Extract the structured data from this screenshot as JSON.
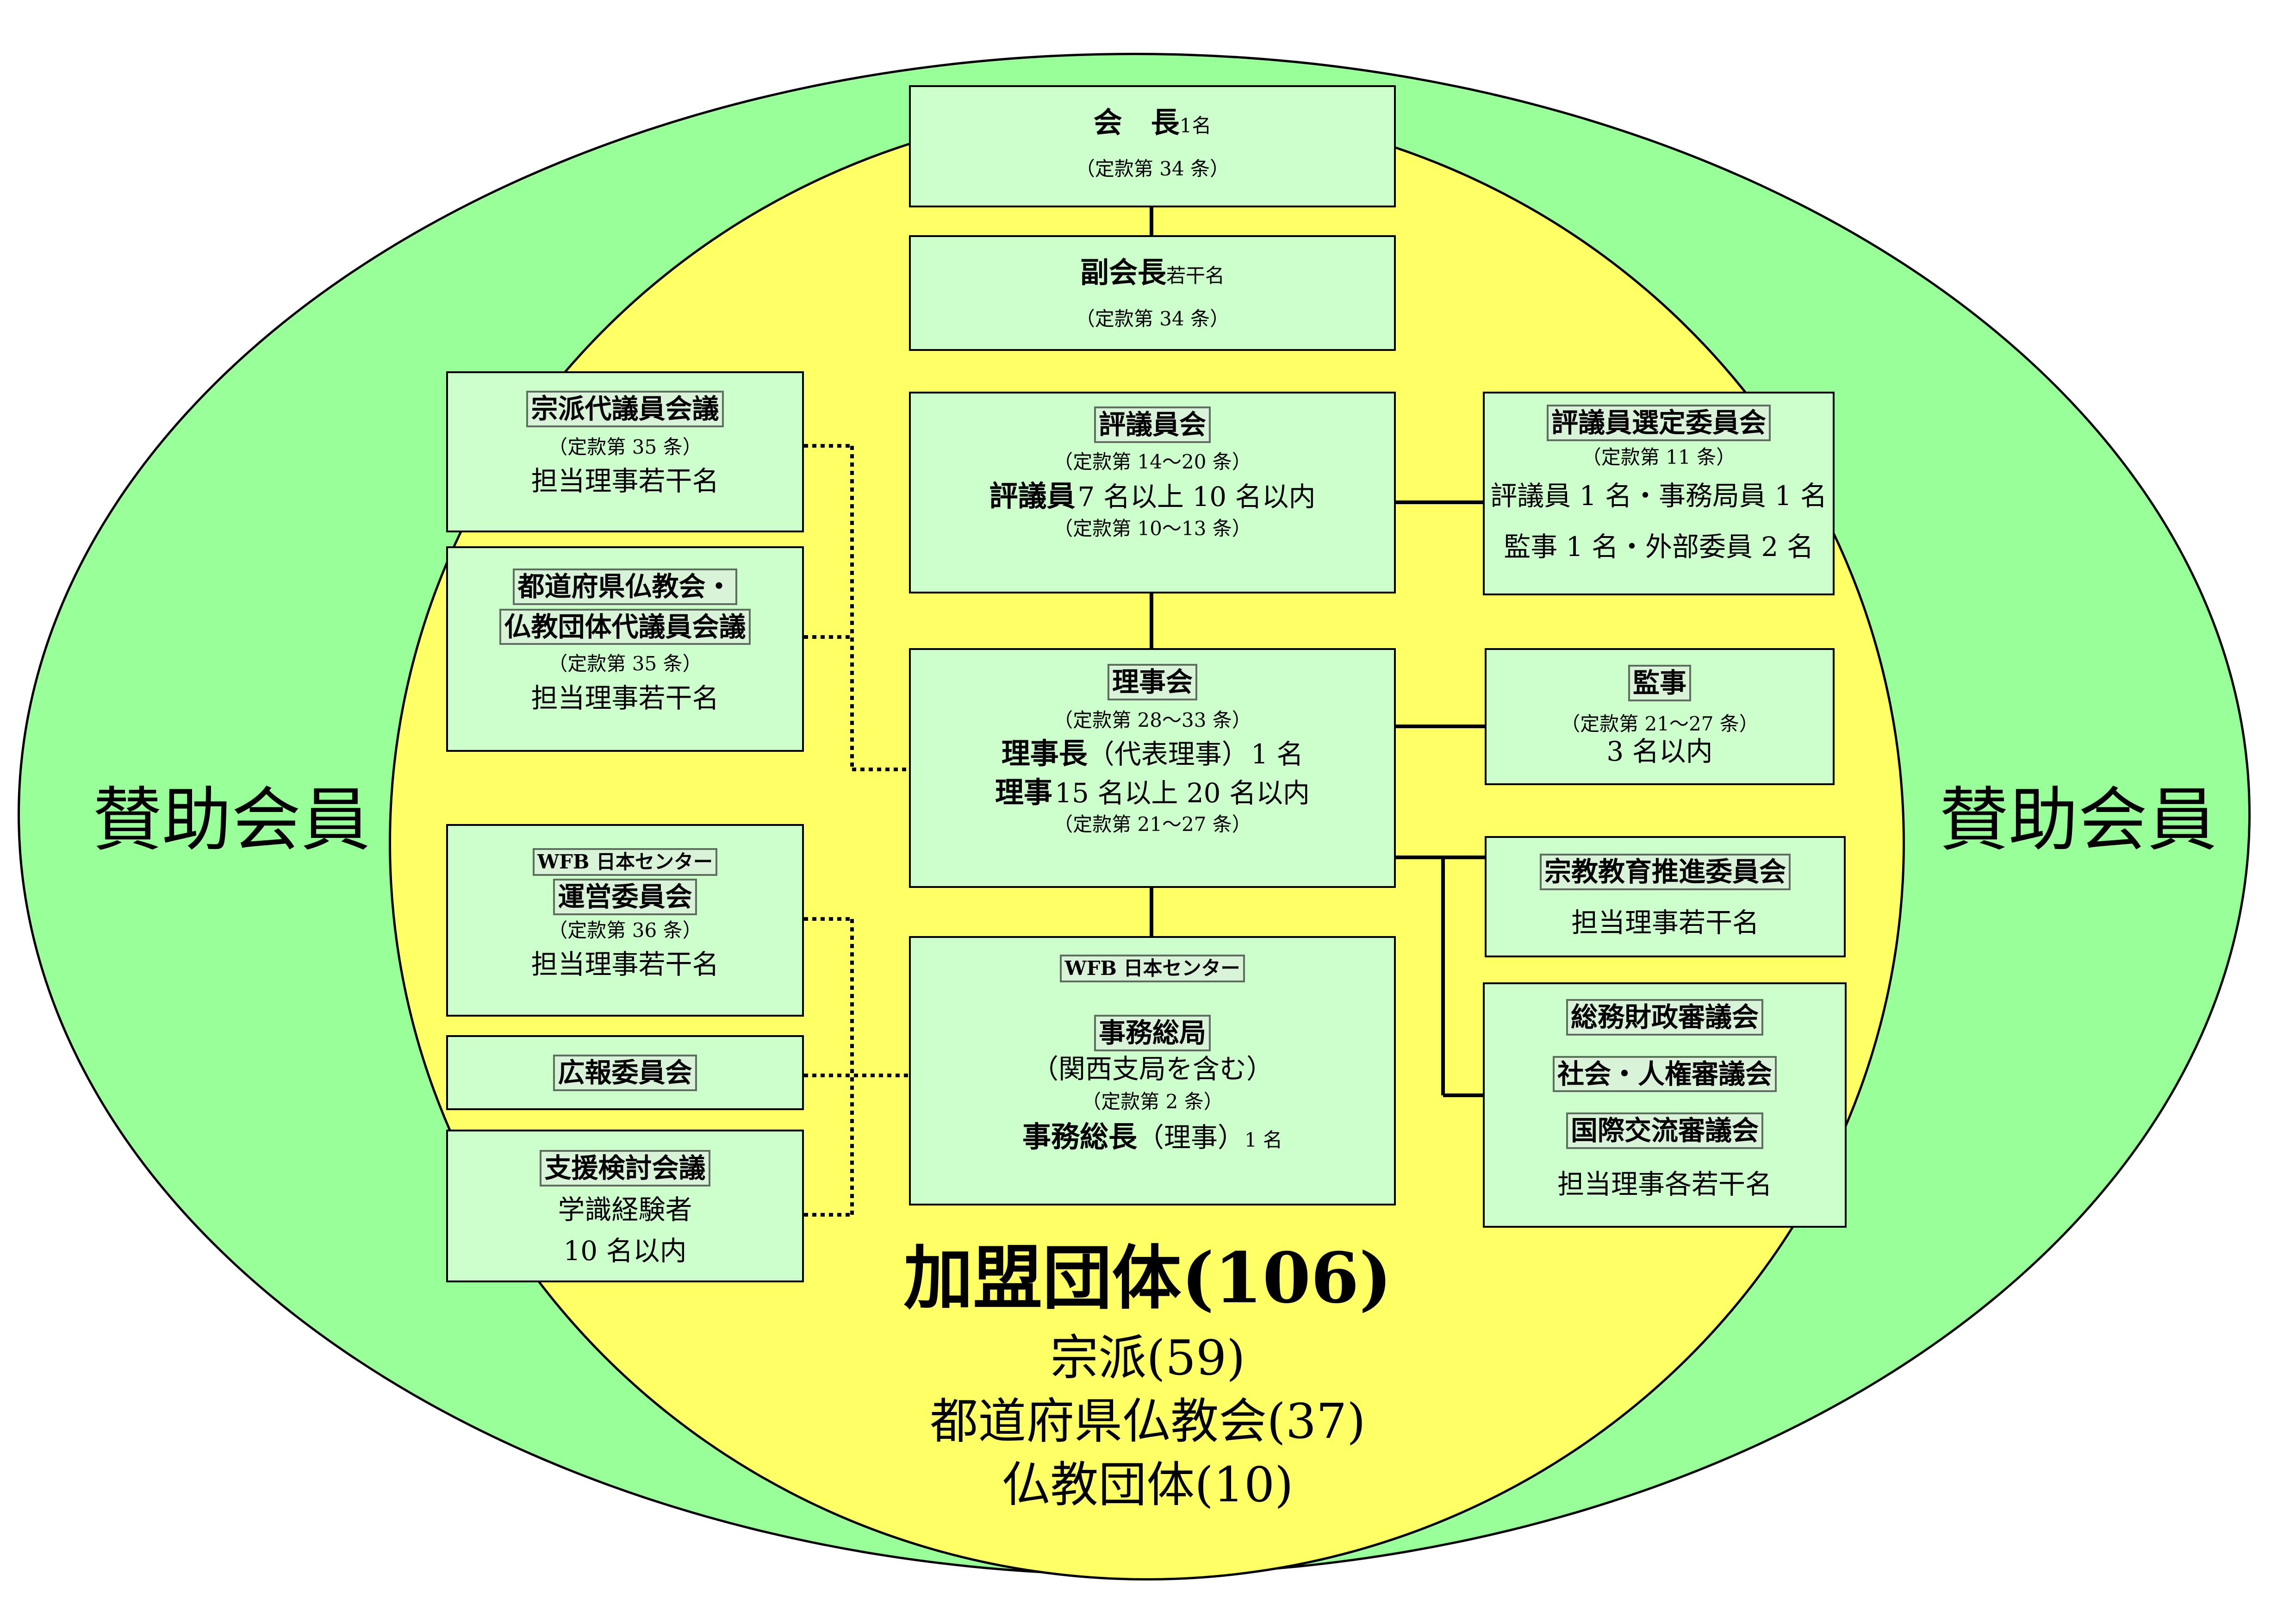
{
  "outer_label_left": "賛助会員",
  "outer_label_right": "賛助会員",
  "member": {
    "title": "加盟団体(106)",
    "lines": [
      "宗派(59)",
      "都道府県仏教会(37)",
      "仏教団体(10)"
    ]
  },
  "president": {
    "title": "会　長",
    "count": "1名",
    "article": "（定款第 34 条）"
  },
  "vice_president": {
    "title": "副会長",
    "count": "若干名",
    "article": "（定款第 34 条）"
  },
  "councilors": {
    "title": "評議員会",
    "article1": "（定款第 14～20 条）",
    "member_title": "評議員",
    "member_count": "7 名以上 10 名以内",
    "article2": "（定款第 10～13 条）"
  },
  "board": {
    "title": "理事会",
    "article1": "（定款第 28～33 条）",
    "chair_title": "理事長",
    "chair_note": "（代表理事）",
    "chair_count": "1 名",
    "director_title": "理事",
    "director_count": "15 名以上 20 名以内",
    "article2": "（定款第 21～27 条）"
  },
  "secretariat": {
    "top": "WFB 日本センター",
    "title": "事務総局",
    "note": "（関西支局を含む）",
    "article": "（定款第 2 条）",
    "head_title": "事務総長",
    "head_note": "（理事）",
    "head_count": "1 名"
  },
  "selection_committee": {
    "title": "評議員選定委員会",
    "article": "（定款第 11 条）",
    "line1": "評議員 1 名・事務局員 1 名",
    "line2": "監事 1 名・外部委員 2 名"
  },
  "auditor": {
    "title": "監事",
    "article": "（定款第 21～27 条）",
    "count": "3 名以内"
  },
  "education_committee": {
    "title": "宗教教育推進委員会",
    "note": "担当理事若干名"
  },
  "councils": {
    "items": [
      "総務財政審議会",
      "社会・人権審議会",
      "国際交流審議会"
    ],
    "note": "担当理事各若干名"
  },
  "sect_assembly": {
    "title": "宗派代議員会議",
    "article": "（定款第 35 条）",
    "note": "担当理事若干名"
  },
  "prefecture_assembly": {
    "title_line1": "都道府県仏教会・",
    "title_line2": "仏教団体代議員会議",
    "article": "（定款第 35 条）",
    "note": "担当理事若干名"
  },
  "wfb_committee": {
    "title_line1": "WFB 日本センター",
    "title_line2": "運営委員会",
    "article": "（定款第 36 条）",
    "note": "担当理事若干名"
  },
  "pr_committee": {
    "title": "広報委員会"
  },
  "support_council": {
    "title": "支援検討会議",
    "line1": "学識経験者",
    "line2": "10 名以内"
  },
  "colors": {
    "outer": "#99ff99",
    "inner": "#ffff66",
    "box": "#ccffcc"
  }
}
